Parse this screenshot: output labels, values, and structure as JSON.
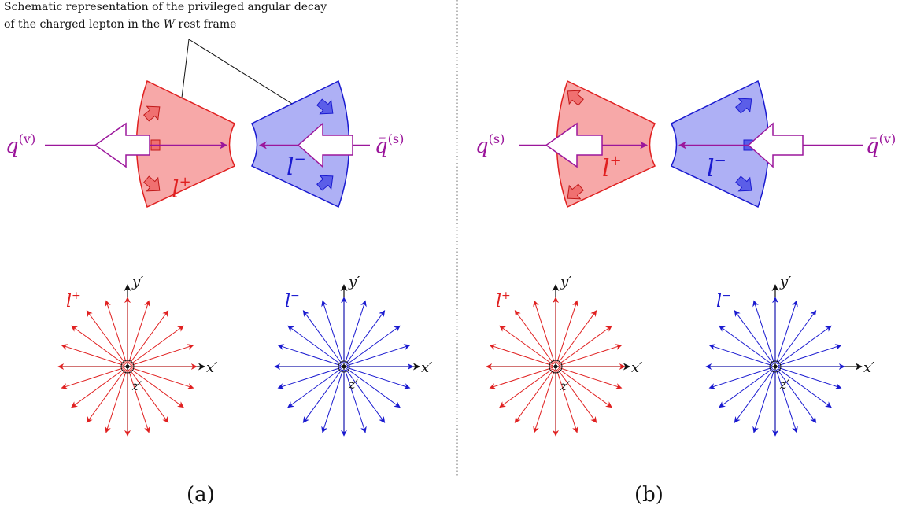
{
  "annotation": {
    "line1": "Schematic representation of the privileged angular decay",
    "line2_prefix": "of the charged lepton in the ",
    "line2_var": "W",
    "line2_suffix": " rest frame"
  },
  "panels": [
    {
      "caption": "(a)",
      "left_quark": {
        "symbol": "q",
        "sup": "(v)"
      },
      "right_quark": {
        "symbol": "q̄",
        "sup": "(s)"
      },
      "lepton_plus": {
        "symbol": "l",
        "sup": "+"
      },
      "lepton_minus": {
        "symbol": "l",
        "sup": "−"
      },
      "dist_plus": {
        "symbol": "l",
        "sup": "+"
      },
      "dist_minus": {
        "symbol": "l",
        "sup": "−"
      },
      "axes": {
        "x": "x′",
        "y": "y′",
        "z": "z′"
      }
    },
    {
      "caption": "(b)",
      "left_quark": {
        "symbol": "q",
        "sup": "(s)"
      },
      "right_quark": {
        "symbol": "q̄",
        "sup": "(v)"
      },
      "lepton_plus": {
        "symbol": "l",
        "sup": "+"
      },
      "lepton_minus": {
        "symbol": "l",
        "sup": "−"
      },
      "dist_plus": {
        "symbol": "l",
        "sup": "+"
      },
      "dist_minus": {
        "symbol": "l",
        "sup": "−"
      },
      "axes": {
        "x": "x′",
        "y": "y′",
        "z": "z′"
      }
    }
  ],
  "colors": {
    "lepton_plus": "#e02020",
    "lepton_plus_fill": "#f7a8a8",
    "lepton_minus": "#1a1ad0",
    "lepton_minus_fill": "#aeb0f5",
    "quark": "#9b169b",
    "axis": "#111111",
    "divider": "#888888"
  }
}
